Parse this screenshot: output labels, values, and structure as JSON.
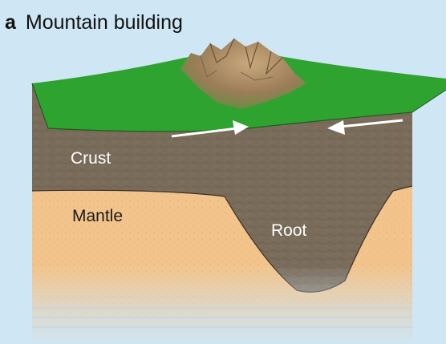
{
  "title": {
    "letter": "a",
    "text": "Mountain building"
  },
  "labels": {
    "crust": "Crust",
    "mantle": "Mantle",
    "root": "Root"
  },
  "colors": {
    "background": "#cfe6f5",
    "surface": "#2fa32f",
    "crust": "#7a6c5a",
    "mantle": "#f2c48c",
    "mountain": "#a88a62",
    "arrow": "#ffffff"
  },
  "arrows": {
    "left_arrow_direction": "right",
    "right_arrow_direction": "left"
  }
}
